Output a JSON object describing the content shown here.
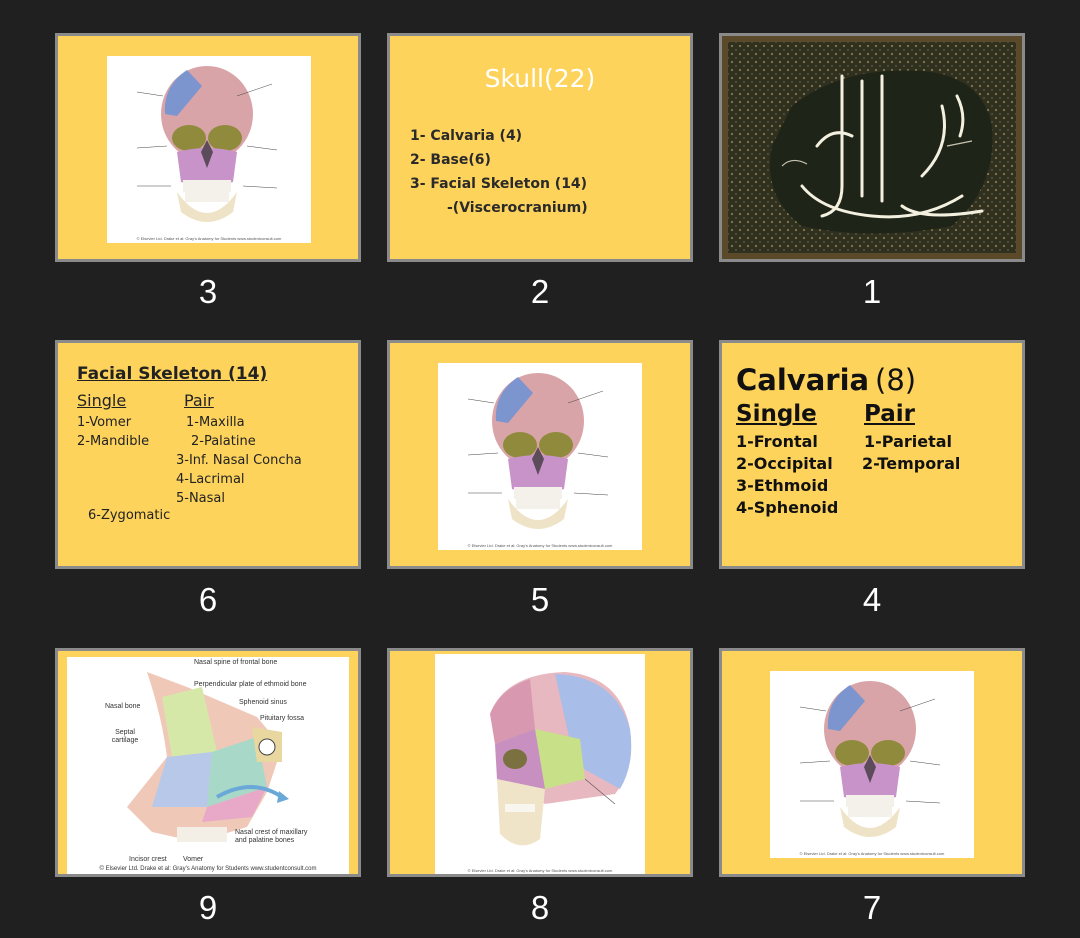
{
  "slides": [
    {
      "number": "3",
      "kind": "skull-front-image",
      "credit": "© Elsevier Ltd. Drake et al: Gray's Anatomy for Students www.studentconsult.com"
    },
    {
      "number": "2",
      "title": "Skull(22)",
      "lines": [
        "1- Calvaria (4)",
        "2- Base(6)",
        "3- Facial Skeleton (14)",
        "-(Viscerocranium)"
      ]
    },
    {
      "number": "1",
      "kind": "calligraphy-image"
    },
    {
      "number": "6",
      "title": "Facial Skeleton  (14)",
      "single_header": "Single",
      "pair_header": "Pair",
      "single_items": [
        "1-Vomer",
        "2-Mandible"
      ],
      "pair_items": [
        "1-Maxilla",
        "2-Palatine",
        "3-Inf. Nasal Concha",
        "4-Lacrimal",
        "5-Nasal"
      ],
      "extra_item": "6-Zygomatic"
    },
    {
      "number": "5",
      "kind": "skull-front-image",
      "credit": "© Elsevier Ltd. Drake et al: Gray's Anatomy for Students www.studentconsult.com"
    },
    {
      "number": "4",
      "title": "Calvaria",
      "title_count": "(8)",
      "single_header": "Single",
      "pair_header": "Pair",
      "single_items": [
        "1-Frontal",
        "2-Occipital",
        "3-Ethmoid",
        "4-Sphenoid"
      ],
      "pair_items": [
        "1-Parietal",
        "2-Temporal"
      ]
    },
    {
      "number": "9",
      "kind": "nasal-cavity-image",
      "labels": {
        "nasal_spine": "Nasal spine of frontal bone",
        "perpendicular_plate": "Perpendicular plate of ethmoid bone",
        "nasal_bone": "Nasal bone",
        "sphenoid_sinus": "Sphenoid sinus",
        "pituitary_fossa": "Pituitary fossa",
        "septal_cartilage": "Septal cartilage",
        "nasal_crest": "Nasal crest of maxillary and palatine bones",
        "incisor_crest": "Incisor crest",
        "vomer": "Vomer"
      },
      "credit": "© Elsevier Ltd. Drake et al: Gray's Anatomy for Students www.studentconsult.com"
    },
    {
      "number": "8",
      "kind": "skull-lateral-image",
      "credit": "© Elsevier Ltd. Drake et al: Gray's Anatomy for Students www.studentconsult.com"
    },
    {
      "number": "7",
      "kind": "skull-front-image",
      "credit": "© Elsevier Ltd. Drake et al: Gray's Anatomy for Students www.studentconsult.com"
    }
  ],
  "colors": {
    "background": "#202020",
    "slide": "#fdd35c",
    "border": "#8a8a8a",
    "number": "#ffffff"
  }
}
